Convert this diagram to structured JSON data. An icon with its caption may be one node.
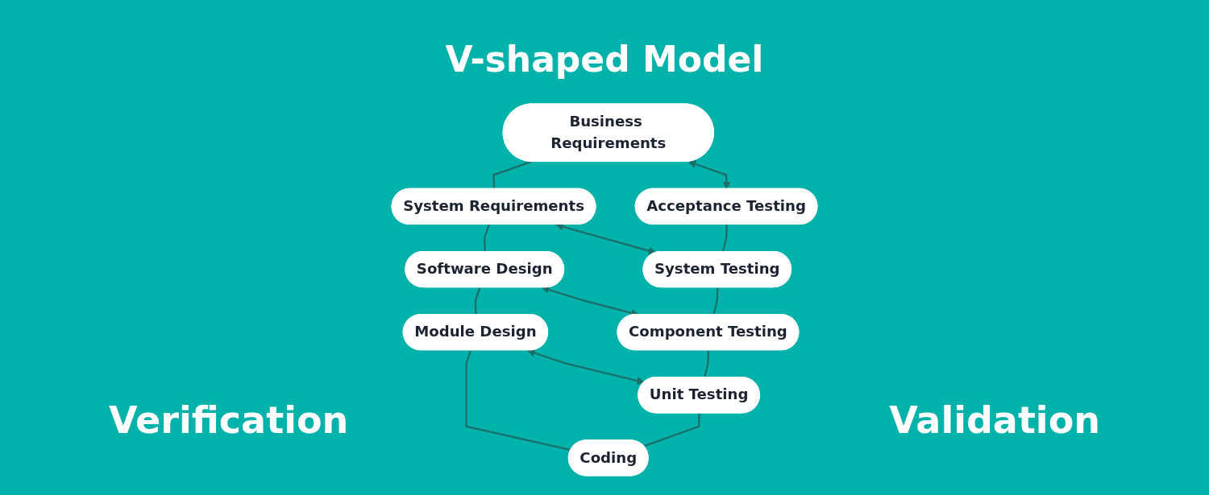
{
  "diagram": {
    "title": "V-shaped Model",
    "nodes": [
      {
        "text": [
          "Business Requirements"
        ]
      },
      {
        "text": [
          "Acceptance Testing"
        ]
      },
      {
        "text": [
          "System Requirements"
        ]
      },
      {
        "text": [
          "System Testing"
        ]
      },
      {
        "text": [
          "Software Design"
        ]
      },
      {
        "text": [
          "Component Testing"
        ]
      },
      {
        "text": [
          "Module Design"
        ]
      },
      {
        "text": [
          "Unit Testing"
        ]
      },
      {
        "text": [
          "Coding"
        ]
      }
    ],
    "edges": [
      {
        "from": 0,
        "to": 2,
        "arrow": "none"
      },
      {
        "from": 2,
        "to": 4,
        "arrow": "none"
      },
      {
        "from": 4,
        "to": 6,
        "arrow": "none"
      },
      {
        "from": 6,
        "to": 8,
        "arrow": "none"
      },
      {
        "from": 1,
        "to": 3,
        "arrow": "none"
      },
      {
        "from": 3,
        "to": 5,
        "arrow": "none"
      },
      {
        "from": 5,
        "to": 7,
        "arrow": "none"
      },
      {
        "from": 7,
        "to": 8,
        "arrow": "none"
      },
      {
        "from": 0,
        "to": 1,
        "arrow": "both"
      },
      {
        "from": 2,
        "to": 3,
        "arrow": "both"
      },
      {
        "from": 4,
        "to": 5,
        "arrow": "both"
      },
      {
        "from": 6,
        "to": 7,
        "arrow": "both"
      }
    ],
    "labels": [
      "Verification",
      "Validation"
    ]
  }
}
